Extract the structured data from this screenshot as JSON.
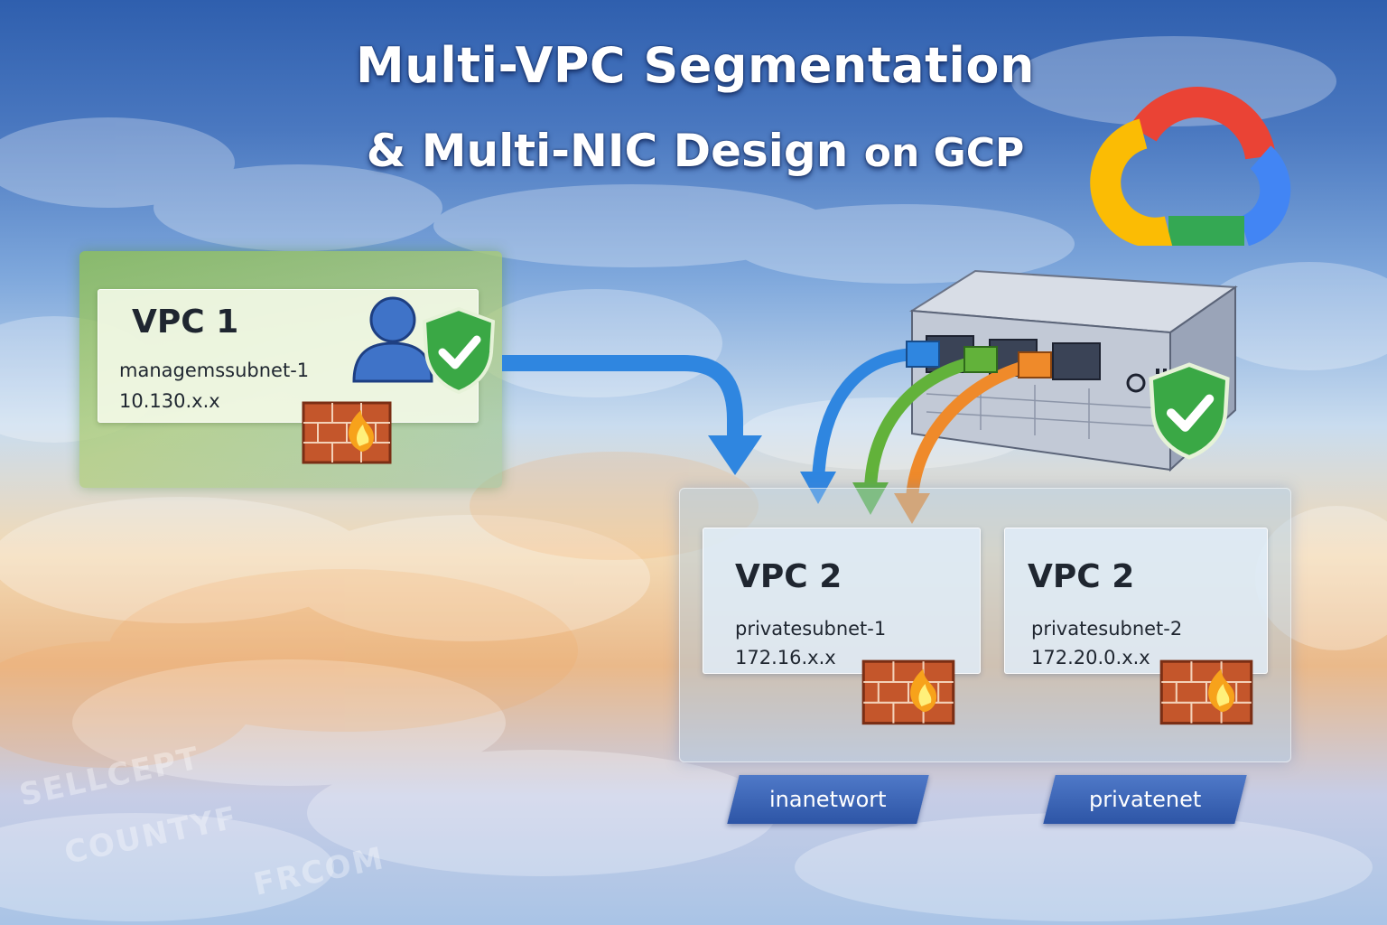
{
  "title": {
    "line1": "Multi-VPC Segmentation",
    "line2": "& Multi-NIC Design",
    "line2_suffix": "on GCP"
  },
  "vpc1": {
    "name": "VPC 1",
    "subnet": "managemssubnet-1",
    "cidr": "10.130.x.x"
  },
  "vpc2_left": {
    "name": "VPC 2",
    "subnet": "privatesubnet-1",
    "cidr": "172.16.x.x"
  },
  "vpc2_right": {
    "name": "VPC 2",
    "subnet": "privatesubnet-2",
    "cidr": "172.20.0.x.x"
  },
  "network_tags": [
    "inanetwort",
    "privatenet"
  ],
  "watermark": [
    "SELLCEPT",
    "COUNTYF",
    "FRCOM"
  ],
  "icons": [
    "google-cloud-logo",
    "user-icon",
    "shield-check-icon",
    "firewall-icon",
    "server-appliance-icon",
    "ethernet-cable-icon"
  ],
  "colors": {
    "gcp_red": "#ea4335",
    "gcp_yellow": "#fbbc04",
    "gcp_green": "#34a853",
    "gcp_blue": "#4285f4",
    "arrow_blue": "#2f86e0",
    "arrow_green": "#62b23a",
    "arrow_orange": "#ef8a2a",
    "shield_green": "#3aa845",
    "brick": "#c4562b"
  }
}
